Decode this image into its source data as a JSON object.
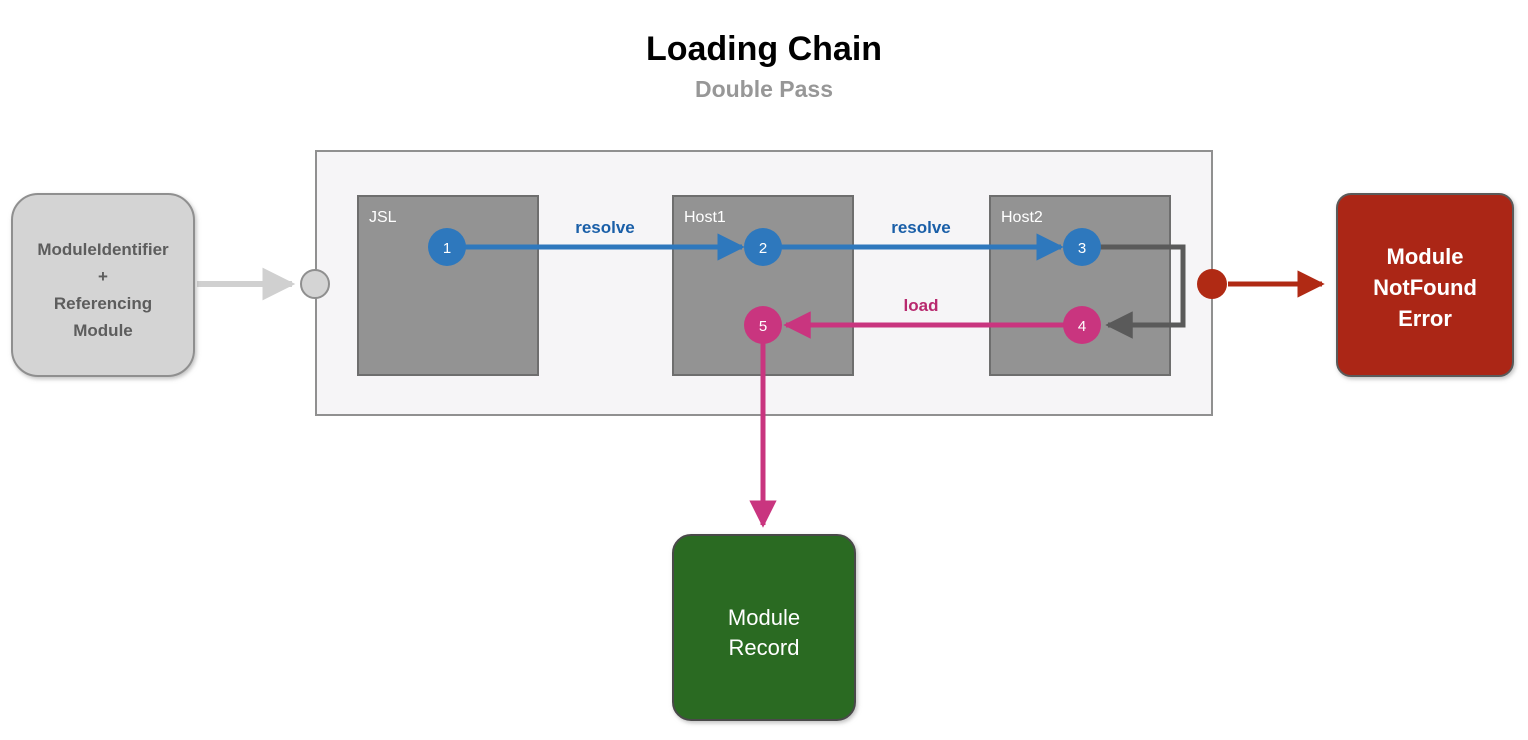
{
  "header": {
    "title": "Loading Chain",
    "subtitle": "Double Pass"
  },
  "input_box": {
    "line1": "ModuleIdentifier",
    "line2": "+",
    "line3": "Referencing",
    "line4": "Module",
    "fill": "#d4d4d4",
    "stroke": "#8f8f8f",
    "text_color": "#5d5d5d"
  },
  "container": {
    "fill": "#f6f5f7",
    "stroke": "#909090"
  },
  "lanes": [
    {
      "label": "JSL",
      "fill": "#939393",
      "stroke": "#6e6e6e"
    },
    {
      "label": "Host1",
      "fill": "#939393",
      "stroke": "#6e6e6e"
    },
    {
      "label": "Host2",
      "fill": "#939393",
      "stroke": "#6e6e6e"
    }
  ],
  "nodes": [
    {
      "id": "1",
      "lane": "JSL",
      "color": "#2e78bd"
    },
    {
      "id": "2",
      "lane": "Host1",
      "color": "#2e78bd"
    },
    {
      "id": "3",
      "lane": "Host2",
      "color": "#2e78bd"
    },
    {
      "id": "4",
      "lane": "Host2",
      "color": "#c9357f"
    },
    {
      "id": "5",
      "lane": "Host1",
      "color": "#c9357f"
    }
  ],
  "edges": [
    {
      "label": "resolve",
      "from": "1",
      "to": "2",
      "color": "#2e78bd"
    },
    {
      "label": "resolve",
      "from": "2",
      "to": "3",
      "color": "#2e78bd"
    },
    {
      "label": "load",
      "from": "4",
      "to": "5",
      "color": "#c9357f"
    },
    {
      "label": "",
      "from": "3",
      "to": "4",
      "color": "#5a5a5a"
    },
    {
      "label": "",
      "from": "5",
      "to": "module-record",
      "color": "#c9357f"
    }
  ],
  "entry_marker": {
    "name": "entry-dot",
    "fill": "#d4d4d4",
    "stroke": "#8f8f8f"
  },
  "exit_marker": {
    "name": "error-dot",
    "fill": "#b02a14"
  },
  "error_box": {
    "line1": "Module",
    "line2": "NotFound",
    "line3": "Error",
    "fill": "#ab2617",
    "stroke": "#5a5a5a",
    "text_color": "#ffffff"
  },
  "record_box": {
    "line1": "Module",
    "line2": "Record",
    "fill": "#2a6b23",
    "stroke": "#4a4a4a",
    "text_color": "#ffffff"
  }
}
